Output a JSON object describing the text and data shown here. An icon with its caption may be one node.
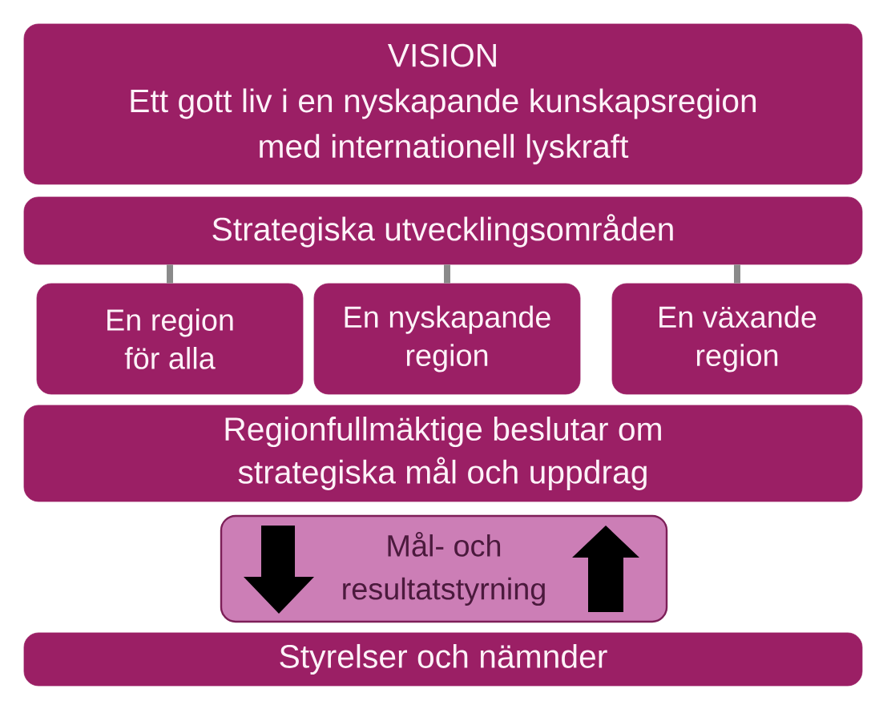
{
  "diagram": {
    "nodes": [
      {
        "text": [
          "VISION",
          "Ett gott liv i en nyskapande kunskapsregion med internationell lyskraft"
        ]
      },
      {
        "text": [
          "Strategiska utvecklingsområden"
        ]
      },
      {
        "text": [
          "En region för alla"
        ]
      },
      {
        "text": [
          "En nyskapande region"
        ]
      },
      {
        "text": [
          "En växande region"
        ]
      },
      {
        "text": [
          "Regionfullmäktige beslutar om strategiska mål och uppdrag"
        ]
      },
      {
        "text": [
          "Mål- och resultatstyrning"
        ]
      },
      {
        "text": [
          "Styrelser och nämnder"
        ]
      }
    ],
    "edges": [
      {
        "from": 1,
        "to": 2,
        "arrow": "none"
      },
      {
        "from": 1,
        "to": 3,
        "arrow": "none"
      },
      {
        "from": 1,
        "to": 4,
        "arrow": "none"
      }
    ]
  }
}
